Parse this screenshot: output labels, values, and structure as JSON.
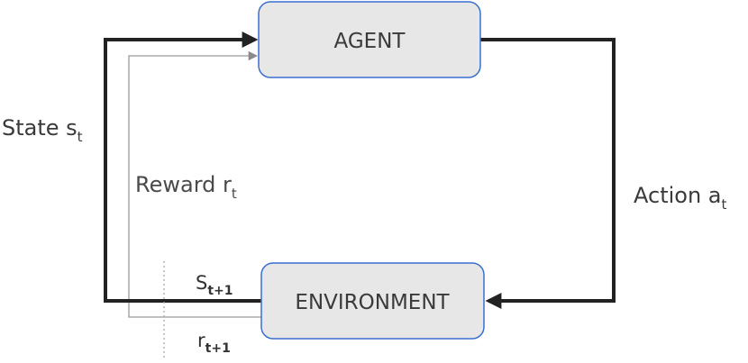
{
  "agent": {
    "label": "AGENT"
  },
  "environment": {
    "label": "ENVIRONMENT"
  },
  "state": {
    "main": "State s",
    "sub": "t"
  },
  "reward": {
    "main": "Reward r",
    "sub": "t"
  },
  "action": {
    "main": "Action a",
    "sub": "t"
  },
  "next_state": {
    "main": "S",
    "sub": "t+1"
  },
  "next_reward": {
    "main": "r",
    "sub": "t+1"
  },
  "colors": {
    "box_fill": "#e7e7e7",
    "box_border": "#3a6fd0",
    "thick_line": "#222222",
    "thin_line": "#9a9a9a",
    "dotted_line": "#aaaaaa"
  }
}
